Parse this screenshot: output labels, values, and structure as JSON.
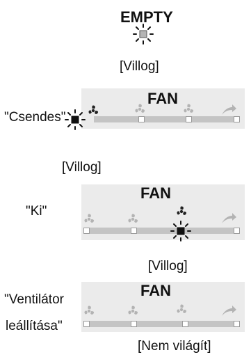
{
  "top": {
    "title": "EMPTY",
    "caption": "[Villog]"
  },
  "panels": [
    {
      "title": "FAN",
      "side_label": "\"Csendes\"",
      "caption": "[Villog]"
    },
    {
      "title": "FAN",
      "side_label": "\"Ki\"",
      "caption": "[Villog]"
    },
    {
      "title": "FAN",
      "side_label_line1": "\"Ventilátor",
      "side_label_line2": "leállítása\"",
      "caption": "[Nem világít]"
    }
  ],
  "icons": {
    "fan": "fan-icon",
    "arrow": "curved-arrow-icon",
    "blink": "blink-rays-icon"
  },
  "colors": {
    "panel_bg": "#ebebeb",
    "track": "#c4c4c4",
    "active": "#111111",
    "fan_icon": "#b3b3b3",
    "fan_active": "#222222"
  }
}
